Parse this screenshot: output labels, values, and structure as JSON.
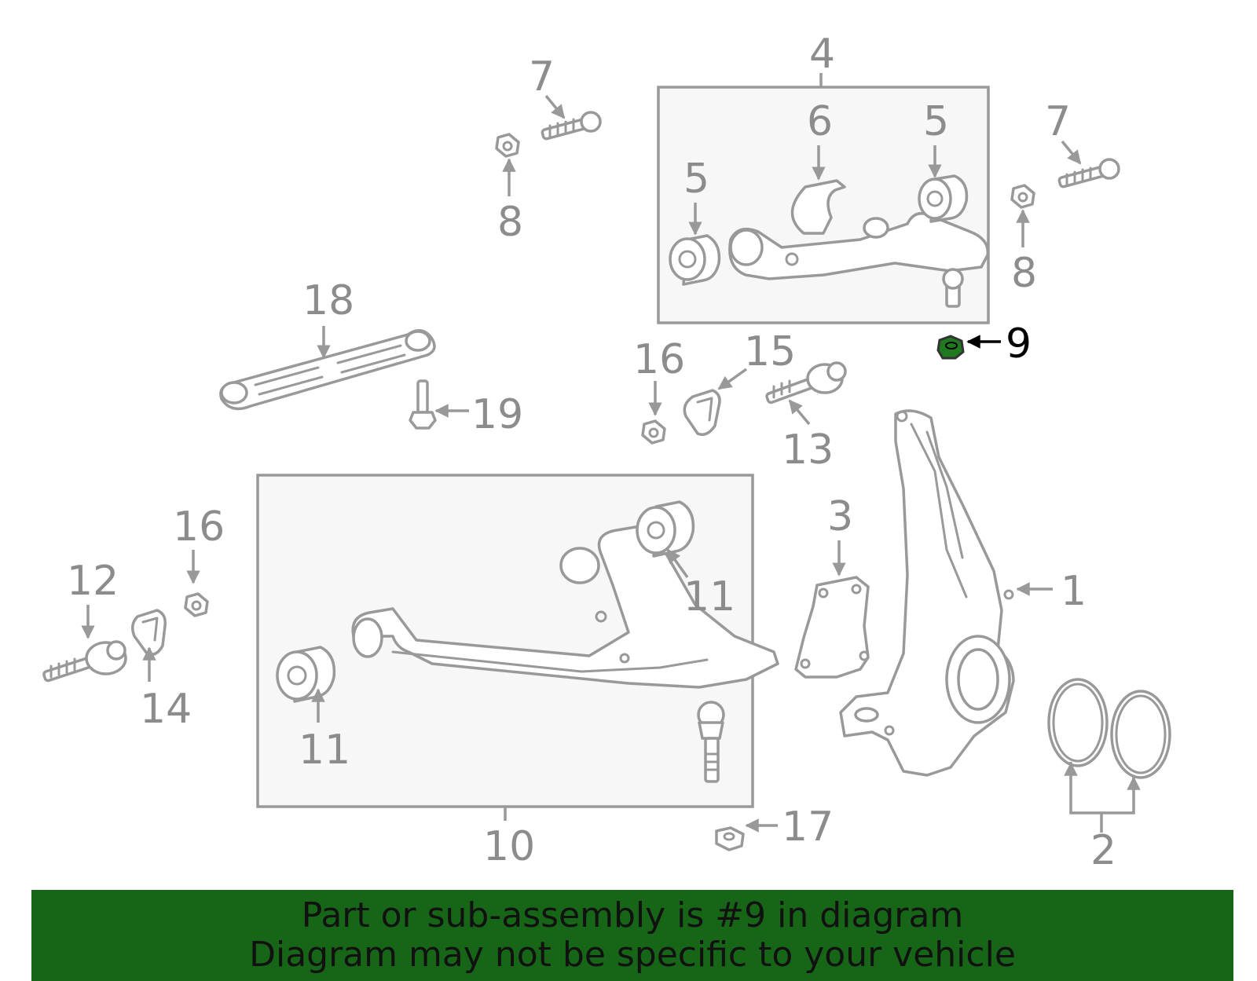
{
  "colors": {
    "part_stroke": "#999999",
    "label_gray": "#8c8c8c",
    "highlight_part": "#1f7a1f",
    "banner_bg": "#176617",
    "banner_text": "#111111"
  },
  "callouts": {
    "c1": "1",
    "c2": "2",
    "c3": "3",
    "c4": "4",
    "c5a": "5",
    "c5b": "5",
    "c6": "6",
    "c7a": "7",
    "c7b": "7",
    "c8a": "8",
    "c8b": "8",
    "c9": "9",
    "c10": "10",
    "c11a": "11",
    "c11b": "11",
    "c12": "12",
    "c13": "13",
    "c14": "14",
    "c15": "15",
    "c16a": "16",
    "c16b": "16",
    "c17": "17",
    "c18": "18",
    "c19": "19"
  },
  "banner": {
    "line1": "Part or sub-assembly is #9 in diagram",
    "line2": "Diagram may not be specific to your vehicle"
  }
}
